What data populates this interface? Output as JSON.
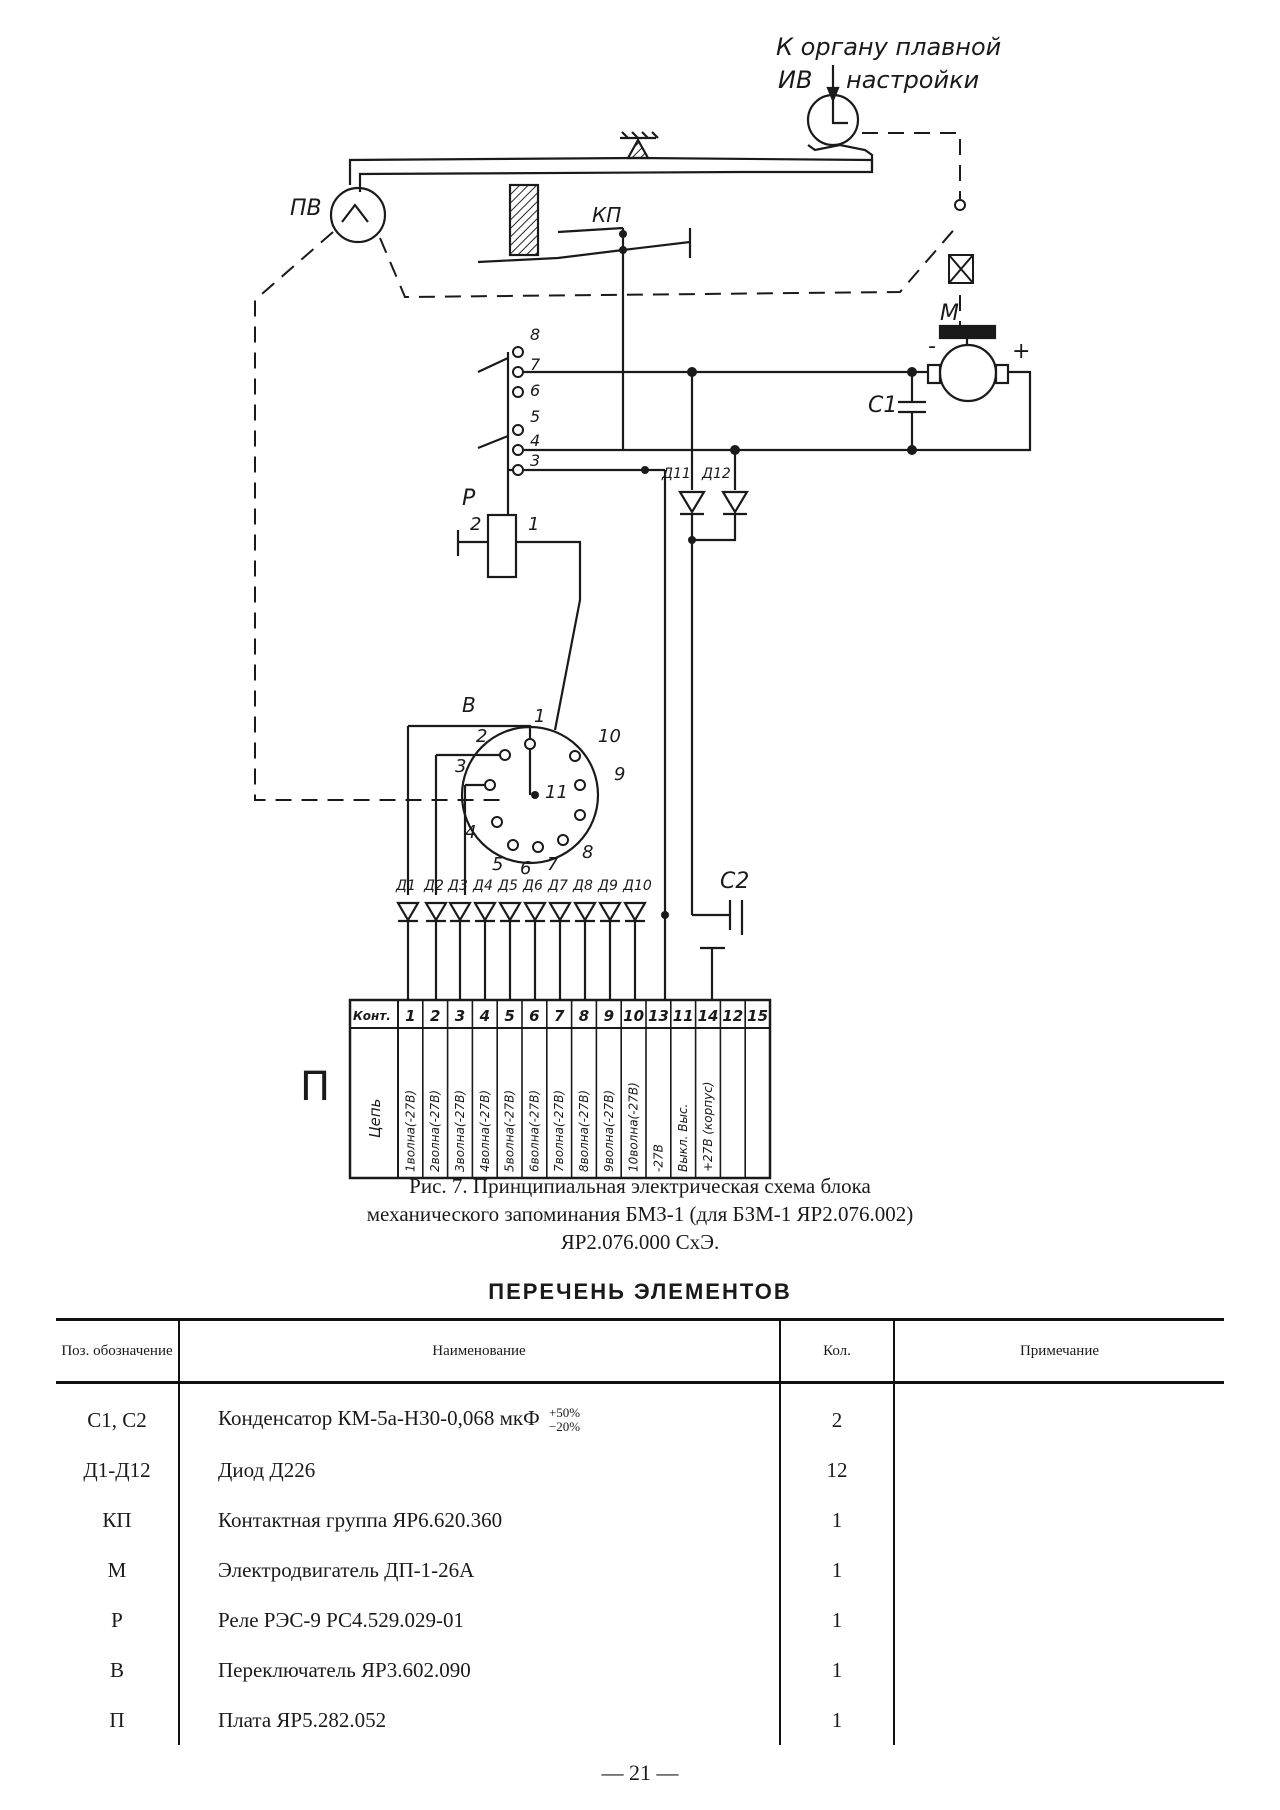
{
  "schematic": {
    "labels": {
      "top_note_1": "К органу плавной",
      "top_note_2": "ИВ",
      "top_note_3": "настройки",
      "pv": "ПВ",
      "kp": "КП",
      "m": "М",
      "plus": "+",
      "minus": "-",
      "c1": "С1",
      "c2": "С2",
      "p": "Р",
      "v": "В",
      "d11": "Д11",
      "d12": "Д12",
      "board": "П",
      "relay_contacts": [
        "8",
        "7",
        "6",
        "5",
        "4",
        "3"
      ],
      "relay_pins": [
        "2",
        "1"
      ],
      "switch_pins": [
        "1",
        "2",
        "3",
        "4",
        "5",
        "6",
        "7",
        "8",
        "9",
        "10",
        "11"
      ],
      "diode_labels": [
        "Д1",
        "Д2",
        "Д3",
        "Д4",
        "Д5",
        "Д6",
        "Д7",
        "Д8",
        "Д9",
        "Д10"
      ]
    },
    "board_table": {
      "row_header": "Конт.",
      "circuit_header": "Цепь",
      "contacts": [
        "1",
        "2",
        "3",
        "4",
        "5",
        "6",
        "7",
        "8",
        "9",
        "10",
        "13",
        "11",
        "14",
        "12",
        "15"
      ],
      "circuits": [
        "1волна(-27В)",
        "2волна(-27В)",
        "3волна(-27В)",
        "4волна(-27В)",
        "5волна(-27В)",
        "6волна(-27В)",
        "7волна(-27В)",
        "8волна(-27В)",
        "9волна(-27В)",
        "10волна(-27В)",
        "-27В",
        "Выкл. Выс.",
        "+27В (корпус)",
        "",
        ""
      ]
    }
  },
  "caption": {
    "line1": "Рис. 7. Принципиальная электрическая схема блока",
    "line2": "механического запоминания БМЗ-1 (для БЗМ-1 ЯР2.076.002)",
    "line3": "ЯР2.076.000 СхЭ."
  },
  "elements_list": {
    "title": "ПЕРЕЧЕНЬ ЭЛЕМЕНТОВ",
    "headers": {
      "pos": "Поз. обозначение",
      "name": "Наименование",
      "qty": "Кол.",
      "note": "Примечание"
    },
    "rows": [
      {
        "pos": "С1, С2",
        "name": "Конденсатор КМ-5а-Н30-0,068 мкФ",
        "tol_plus": "+50%",
        "tol_minus": "−20%",
        "qty": "2",
        "note": ""
      },
      {
        "pos": "Д1-Д12",
        "name": "Диод Д226",
        "qty": "12",
        "note": ""
      },
      {
        "pos": "КП",
        "name": "Контактная группа ЯР6.620.360",
        "qty": "1",
        "note": ""
      },
      {
        "pos": "М",
        "name": "Электродвигатель ДП-1-26А",
        "qty": "1",
        "note": ""
      },
      {
        "pos": "Р",
        "name": "Реле РЭС-9 РС4.529.029-01",
        "qty": "1",
        "note": ""
      },
      {
        "pos": "В",
        "name": "Переключатель ЯР3.602.090",
        "qty": "1",
        "note": ""
      },
      {
        "pos": "П",
        "name": "Плата ЯР5.282.052",
        "qty": "1",
        "note": ""
      }
    ]
  },
  "page_number": "— 21 —"
}
